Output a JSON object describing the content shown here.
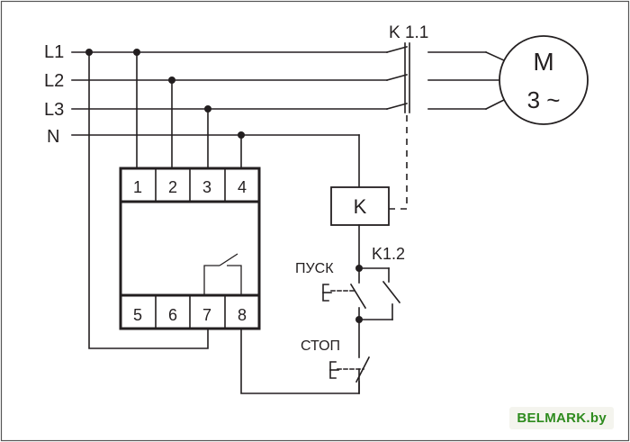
{
  "lines": {
    "l1": "L1",
    "l2": "L2",
    "l3": "L3",
    "n": "N"
  },
  "contactor_main": "K 1.1",
  "motor": {
    "symbol": "M",
    "phase": "3 ~"
  },
  "relay": {
    "terminals_top": [
      "1",
      "2",
      "3",
      "4"
    ],
    "terminals_bottom": [
      "5",
      "6",
      "7",
      "8"
    ]
  },
  "coil": "K",
  "aux_contact": "K1.2",
  "start_button": "ПУСК",
  "stop_button": "СТОП",
  "watermark": "BELMARK.by"
}
